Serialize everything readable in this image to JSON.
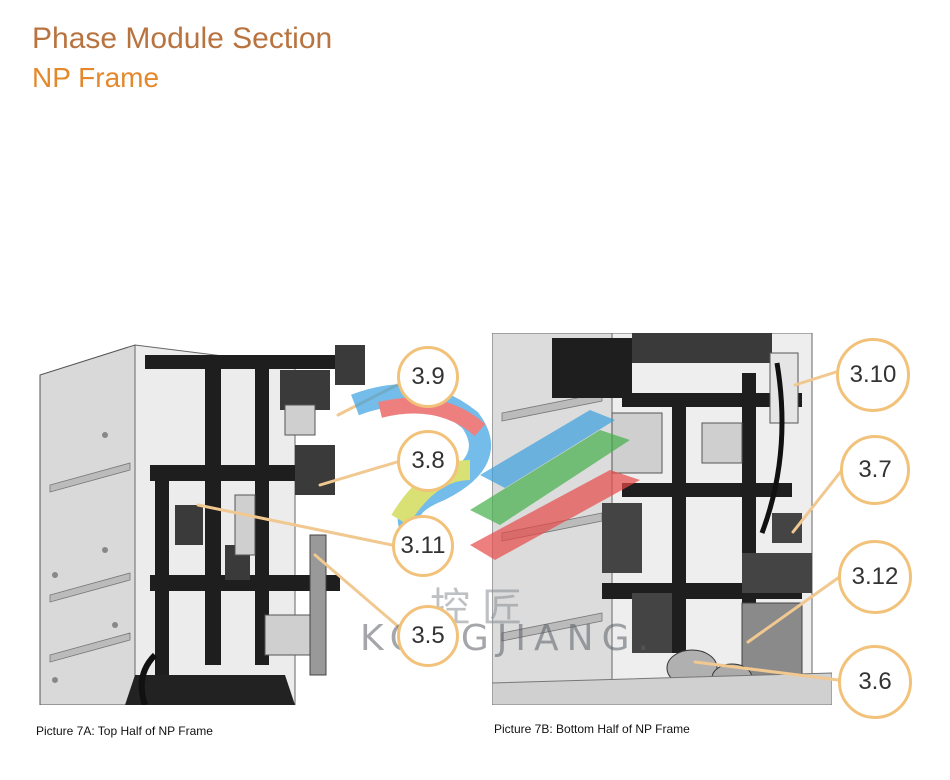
{
  "header": {
    "title": "Phase Module Section",
    "subtitle": "NP Frame"
  },
  "figures": {
    "top": {
      "caption": "Picture 7A: Top Half of NP Frame"
    },
    "bottom": {
      "caption": "Picture 7B: Bottom Half of NP Frame"
    }
  },
  "callouts": {
    "c39": "3.9",
    "c38": "3.8",
    "c311": "3.11",
    "c35": "3.5",
    "c310": "3.10",
    "c37": "3.7",
    "c312": "3.12",
    "c36": "3.6"
  },
  "watermark": {
    "cn": "控匠",
    "en": "KONGJIANG."
  },
  "colors": {
    "title": "#b8733f",
    "subtitle": "#e3892c",
    "callout_ring": "#f2c27a",
    "leader_line": "#f0c890"
  }
}
